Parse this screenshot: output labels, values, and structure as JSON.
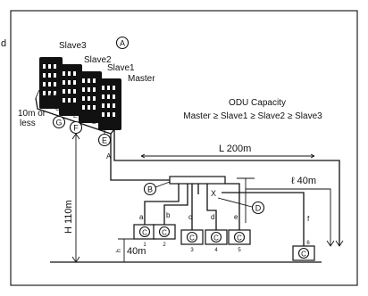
{
  "edge_char": "d",
  "units": {
    "slave3": "Slave3",
    "slave2": "Slave2",
    "slave1": "Slave1",
    "master": "Master"
  },
  "markers": {
    "A": "A",
    "B": "B",
    "D": "D",
    "E": "E",
    "F": "F",
    "G": "G",
    "C": "C"
  },
  "labels": {
    "h1": "h1",
    "g_small": "G",
    "e_small_1": "E",
    "e_small_2": "E",
    "limit_10m": "10m or",
    "limit_less": "less",
    "pipe_a": "A",
    "x_mark": "X",
    "l_total": "L 200m",
    "l_branch": "ℓ 40m",
    "h_height": "H 110m",
    "h_small": "h",
    "h_40m": "40m"
  },
  "odu_capacity": {
    "title": "ODU Capacity",
    "rule": "Master ≥ Slave1 ≥ Slave2 ≥ Slave3"
  },
  "branches": [
    "a",
    "b",
    "c",
    "d",
    "e",
    "f"
  ],
  "indoor_units": [
    "1",
    "2",
    "3",
    "4",
    "5",
    "6"
  ]
}
